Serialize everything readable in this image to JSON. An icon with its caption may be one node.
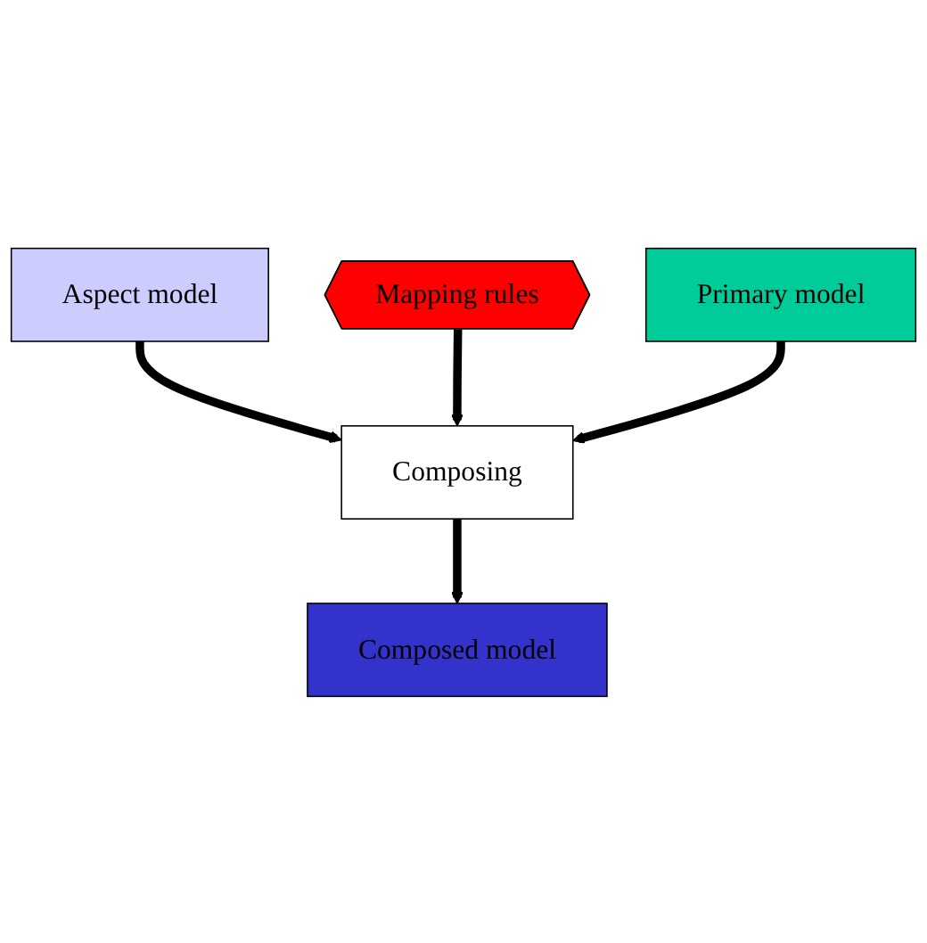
{
  "diagram": {
    "nodes": [
      {
        "text": [
          "Aspect model"
        ]
      },
      {
        "text": [
          "Mapping rules"
        ]
      },
      {
        "text": [
          "Primary model"
        ]
      },
      {
        "text": [
          "Composing"
        ]
      },
      {
        "text": [
          "Composed model"
        ]
      }
    ],
    "edges": [
      {
        "from": 0,
        "to": 3,
        "arrow": "to"
      },
      {
        "from": 1,
        "to": 3,
        "arrow": "to"
      },
      {
        "from": 2,
        "to": 3,
        "arrow": "to"
      },
      {
        "from": 3,
        "to": 4,
        "arrow": "to"
      }
    ]
  }
}
